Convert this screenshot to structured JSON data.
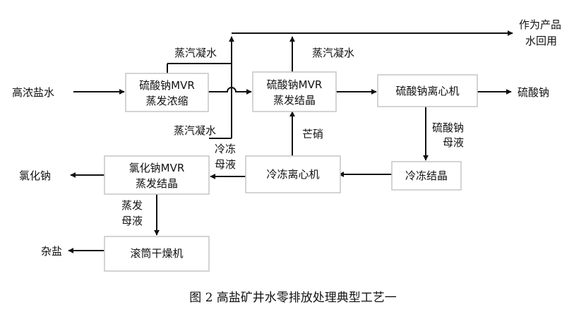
{
  "colors": {
    "line": "#111111",
    "box_border": "#c9c9c9",
    "background": "#ffffff"
  },
  "boxes": {
    "mvr1": [
      "硫酸钠MVR",
      "蒸发浓缩"
    ],
    "mvr2": [
      "硫酸钠MVR",
      "蒸发结晶"
    ],
    "centrifuge": [
      "硫酸钠离心机"
    ],
    "nacl": [
      "氯化钠MVR",
      "蒸发结晶"
    ],
    "freeze_centrifuge": [
      "冷冻离心机"
    ],
    "freeze_crystal": [
      "冷冻结晶"
    ],
    "dryer": [
      "滚筒干燥机"
    ]
  },
  "labels": {
    "input": "高浓盐水",
    "output_water": [
      "作为产品",
      "水回用"
    ],
    "output_sodium_sulfate": "硫酸钠",
    "output_sodium_chloride": "氯化钠",
    "output_mixed_salt": "杂盐",
    "condensate_1": "蒸汽凝水",
    "condensate_2": "蒸汽凝水",
    "condensate_3": "蒸汽凝水",
    "glauber_salt": "芒硝",
    "sulfate_mother_liquor": [
      "硫酸钠",
      "母液"
    ],
    "freeze_mother_liquor": [
      "冷冻",
      "母液"
    ],
    "evap_mother_liquor": [
      "蒸发",
      "母液"
    ]
  },
  "caption": "图 2  高盐矿井水零排放处理典型工艺一"
}
